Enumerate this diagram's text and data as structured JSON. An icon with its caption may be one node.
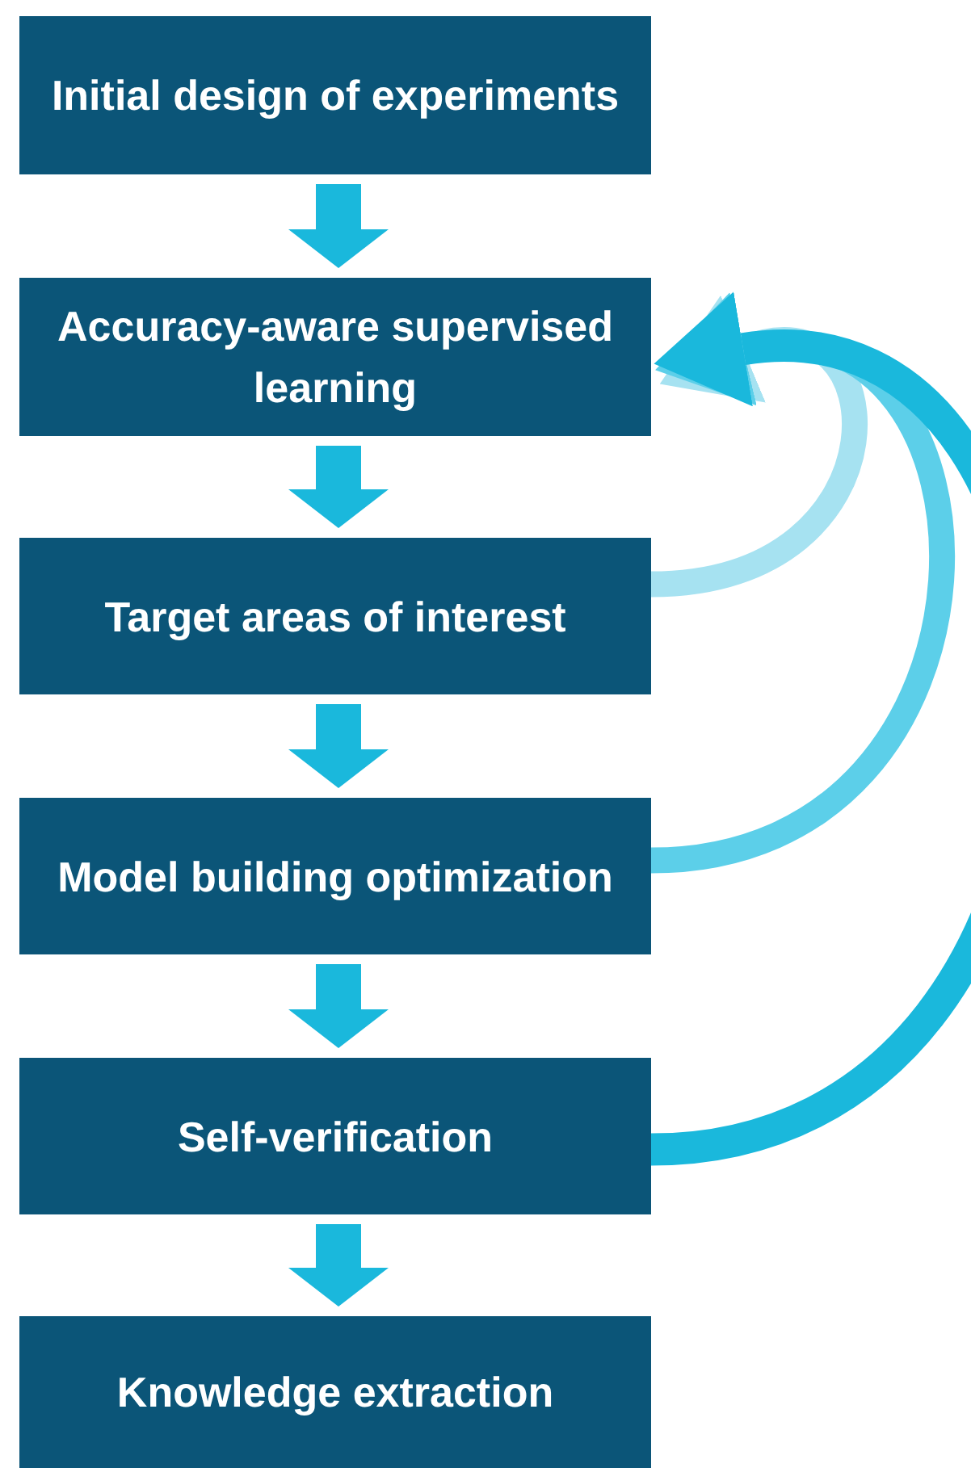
{
  "diagram": {
    "nodes": [
      {
        "text": [
          "Initial design of experiments"
        ]
      },
      {
        "text": [
          "Accuracy-aware supervised learning"
        ]
      },
      {
        "text": [
          "Target areas of interest"
        ]
      },
      {
        "text": [
          "Model building optimization"
        ]
      },
      {
        "text": [
          "Self-verification"
        ]
      },
      {
        "text": [
          "Knowledge extraction"
        ]
      }
    ],
    "edges": [
      {
        "from": 0,
        "to": 1,
        "arrow": "to"
      },
      {
        "from": 1,
        "to": 2,
        "arrow": "to"
      },
      {
        "from": 2,
        "to": 3,
        "arrow": "to"
      },
      {
        "from": 3,
        "to": 4,
        "arrow": "to"
      },
      {
        "from": 4,
        "to": 5,
        "arrow": "to"
      },
      {
        "from": 2,
        "to": 1,
        "arrow": "to",
        "color": "#a6e2f1"
      },
      {
        "from": 3,
        "to": 1,
        "arrow": "to",
        "color": "#5ccfe9"
      },
      {
        "from": 4,
        "to": 1,
        "arrow": "to"
      }
    ]
  }
}
